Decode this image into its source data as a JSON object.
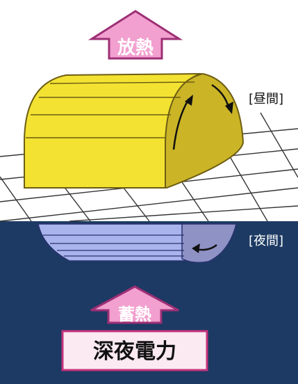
{
  "labels": {
    "release_heat": "放熱",
    "store_heat": "蓄熱",
    "daytime": "[昼間]",
    "nighttime": "[夜間]",
    "midnight_power": "深夜電力"
  },
  "colors": {
    "night_bg": "#1c3a63",
    "day_bg": "#ffffff",
    "arrow_fill": "#f2a0cf",
    "arrow_stroke": "#9d2f75",
    "heater_yellow": "#f3e232",
    "heater_side": "#cbb526",
    "heater_stroke": "#6d5d12",
    "reflection_blue": "#a9b4ec",
    "reflection_side": "#8e92c5",
    "label_box": "#fbeaf2",
    "label_box_stroke": "#c4337c"
  }
}
